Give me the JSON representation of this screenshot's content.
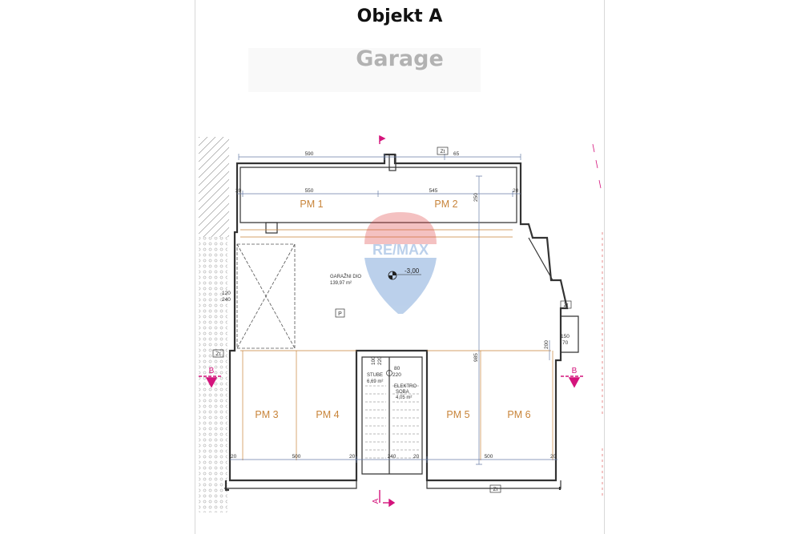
{
  "header": {
    "title": "Objekt A",
    "subtitle": "Garage"
  },
  "plan": {
    "parking_spaces": [
      "PM 1",
      "PM 2",
      "PM 3",
      "PM 4",
      "PM 5",
      "PM 6"
    ],
    "garage_label": "GARAŽNI DIO",
    "garage_area": "139,97 m²",
    "level_mark": "-3,00",
    "parking_symbol": "P",
    "stair_label": "STUBE",
    "stair_area": "6,69 m²",
    "elektro_label": "ELEKTRO",
    "elektro_sub": "SOBA",
    "elektro_area": "4,05 m²",
    "section_b": "B",
    "section_a": "A",
    "wall_mark": "Zt",
    "dimensions": {
      "top_left": "590",
      "top_right": "65",
      "pm1_width": "550",
      "pm2_width": "545",
      "edge": "20",
      "bottom_left": "500",
      "bottom_mid": "240",
      "bottom_right": "500",
      "vertical_top": "250",
      "vertical_main": "985",
      "vertical_right": "200",
      "opening_1": "120",
      "opening_2": "240",
      "stair_1": "100",
      "stair_2": "220",
      "door_1": "80",
      "door_2": "220",
      "window_1": "150",
      "window_2": "70"
    }
  },
  "watermark": {
    "brand": "RE/MAX"
  },
  "colors": {
    "wall": "#333333",
    "room_label": "#c8843a",
    "section_marker": "#d4147c",
    "dimension": "#6b7fa8",
    "watermark_red": "#e04040",
    "watermark_blue": "#2e6fc2"
  }
}
